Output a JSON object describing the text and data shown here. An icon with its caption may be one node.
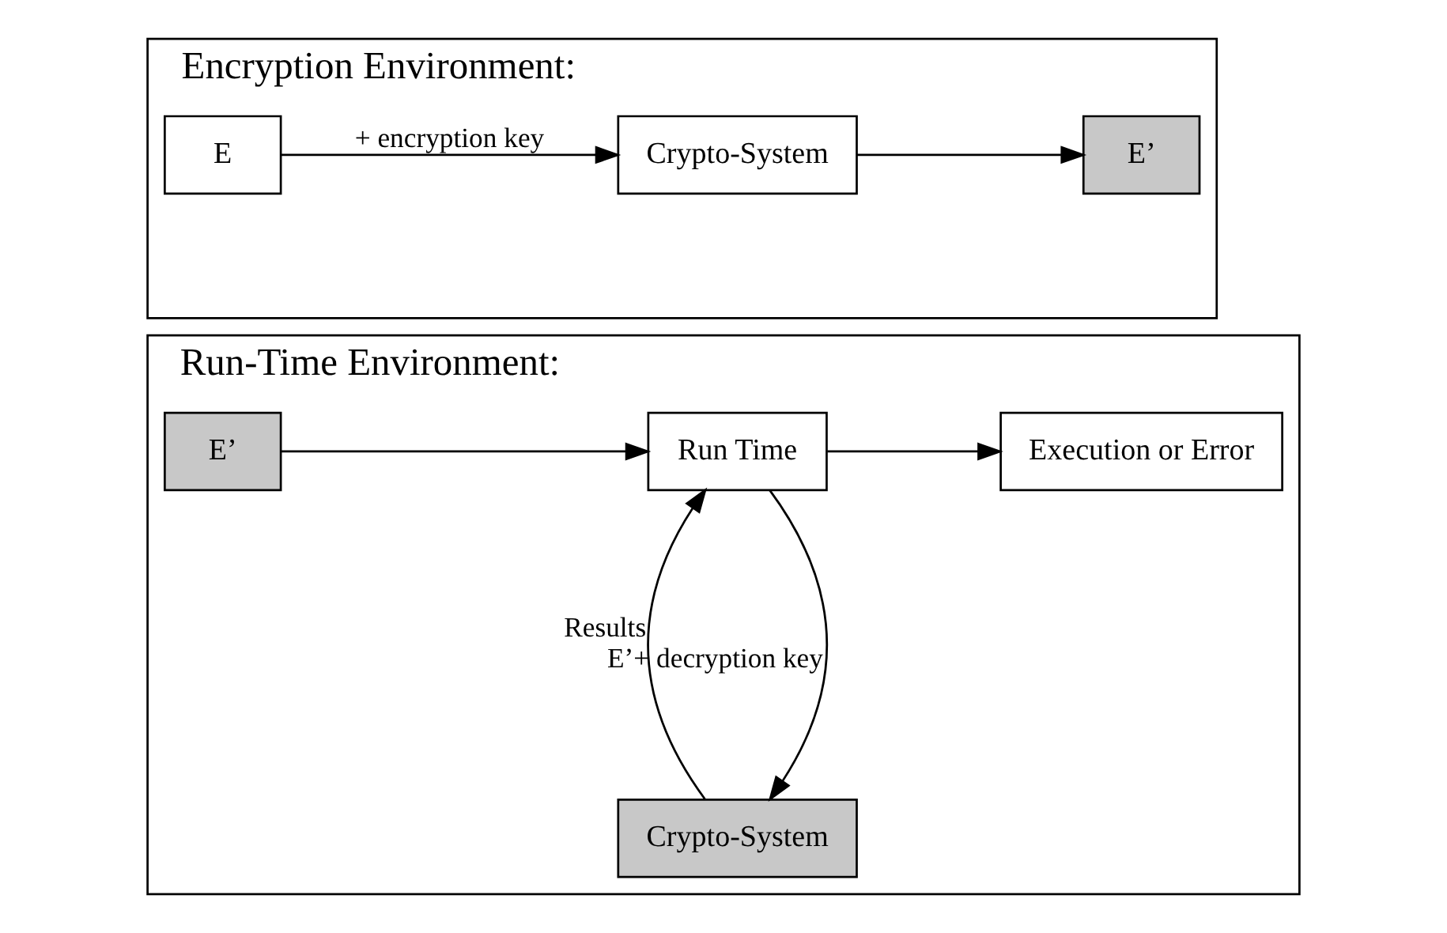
{
  "diagram": {
    "nodes": [
      {
        "text": [
          "Encryption Environment:"
        ]
      },
      {
        "text": [
          "E"
        ],
        "in": 0
      },
      {
        "text": [
          "Crypto-System"
        ],
        "in": 0
      },
      {
        "text": [
          "E’"
        ],
        "in": 0
      },
      {
        "text": [
          "Run-Time Environment:"
        ]
      },
      {
        "text": [
          "E’"
        ],
        "in": 4
      },
      {
        "text": [
          "Run Time"
        ],
        "in": 4
      },
      {
        "text": [
          "Execution or Error"
        ],
        "in": 4
      },
      {
        "text": [
          "Crypto-System"
        ],
        "in": 4
      }
    ],
    "edges": [
      {
        "from": 1,
        "to": 2,
        "arrow": "to",
        "label": "+ encryption key"
      },
      {
        "from": 2,
        "to": 3,
        "arrow": "to"
      },
      {
        "from": 5,
        "to": 6,
        "arrow": "to"
      },
      {
        "from": 6,
        "to": 7,
        "arrow": "to"
      },
      {
        "from": 6,
        "to": 8,
        "arrow": "to",
        "label": "E’+ decryption key"
      },
      {
        "from": 8,
        "to": 6,
        "arrow": "to",
        "label": "Results"
      }
    ]
  }
}
